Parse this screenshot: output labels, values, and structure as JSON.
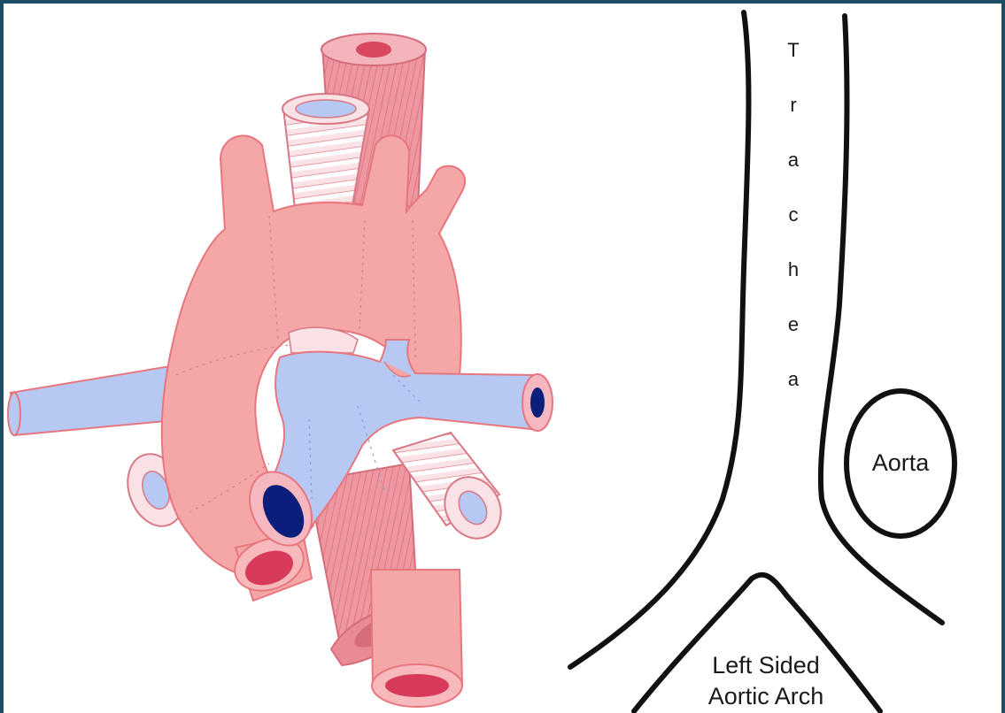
{
  "schematic": {
    "trachea_letters": [
      "T",
      "r",
      "a",
      "c",
      "h",
      "e",
      "a"
    ],
    "aorta_label": "Aorta",
    "arch_label_line1": "Left Sided",
    "arch_label_line2": "Aortic Arch"
  },
  "colors": {
    "frame_border": "#1d4e66",
    "artery_fill": "#f5a7a7",
    "artery_stroke": "#e8767e",
    "vein_fill": "#b7c8f3",
    "vein_lumen": "#0b1f7a",
    "artery_lumen": "#d83a5a",
    "trachea_fill": "#ffffff",
    "esophagus_fill": "#e98a94",
    "schematic_stroke": "#111111"
  }
}
